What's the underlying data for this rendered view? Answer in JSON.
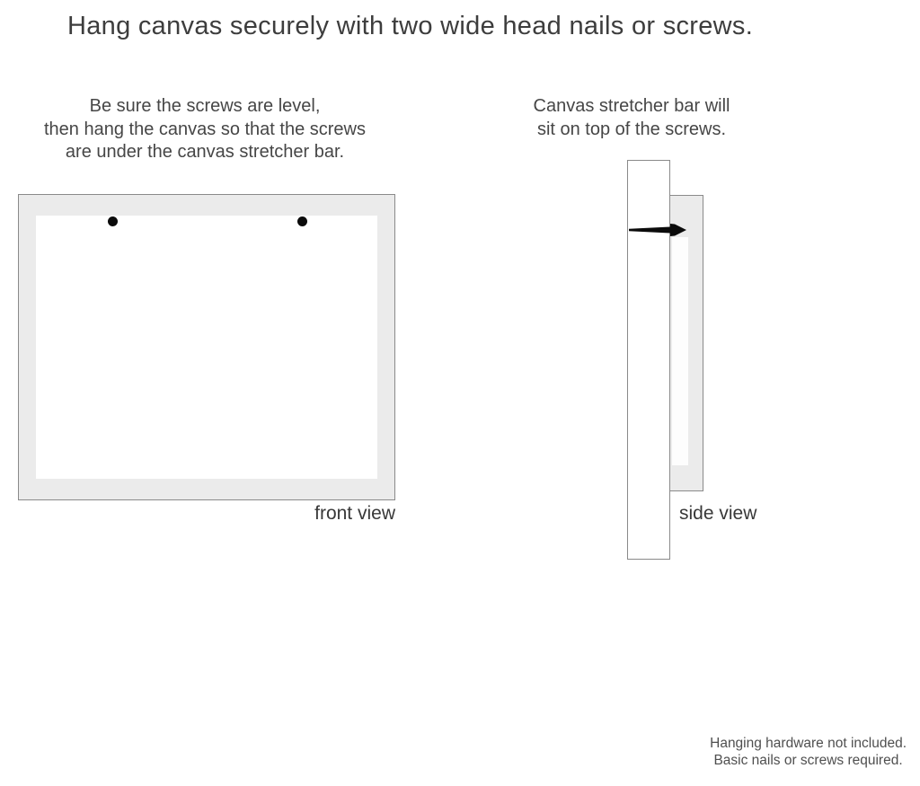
{
  "title": "Hang canvas securely with two wide head nails or screws.",
  "instructions": {
    "left": {
      "line1": "Be sure the screws are level,",
      "line2": "then hang the canvas so that the screws",
      "line3": "are under the canvas stretcher bar."
    },
    "right": {
      "line1": "Canvas stretcher bar will",
      "line2": "sit on top of the screws."
    }
  },
  "front_view": {
    "label": "front view",
    "screw_count": 2
  },
  "side_view": {
    "label": "side view"
  },
  "disclaimer": {
    "line1": "Hanging hardware not included.",
    "line2": "Basic nails or screws required."
  },
  "colors": {
    "canvas_frame_fill": "#ebebeb",
    "outline": "#8a8a8a",
    "text": "#3d3d3d",
    "nail": "#0b0b0b",
    "background": "#ffffff"
  }
}
